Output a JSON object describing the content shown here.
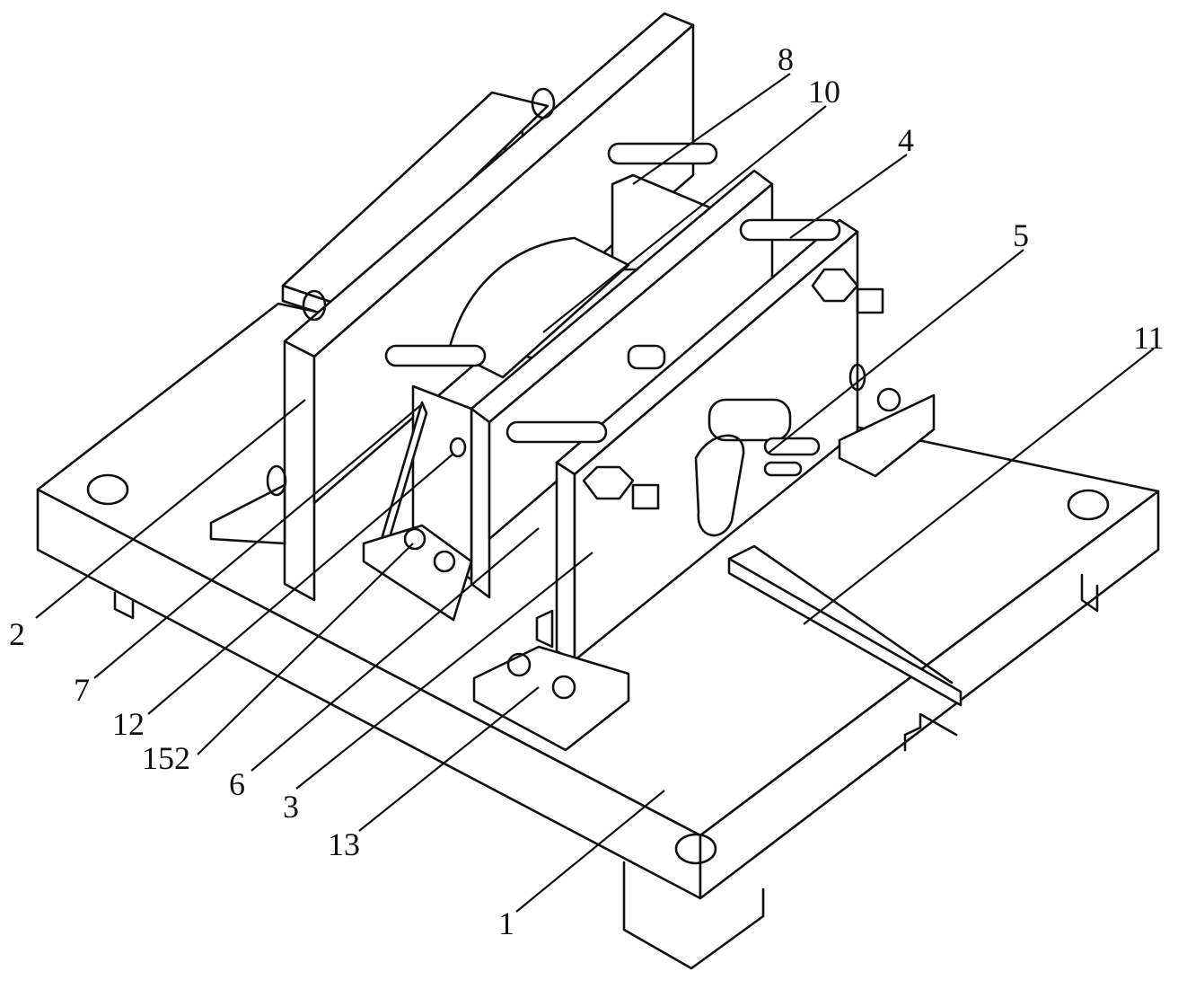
{
  "figure": {
    "labels": {
      "l1": "1",
      "l2": "2",
      "l3": "3",
      "l4": "4",
      "l5": "5",
      "l6": "6",
      "l7": "7",
      "l8": "8",
      "l10": "10",
      "l11": "11",
      "l12": "12",
      "l13": "13",
      "l152": "152"
    }
  }
}
